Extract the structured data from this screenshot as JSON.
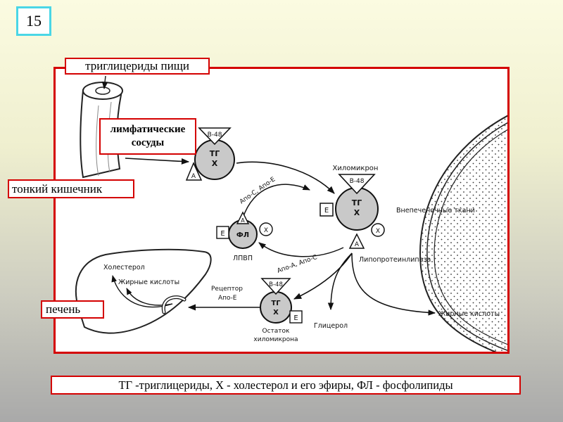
{
  "slide_number": "15",
  "labels": {
    "dietary_tg": "триглицериды пищи",
    "lymph_line1": "лимфатические",
    "lymph_line2": "сосуды",
    "small_intestine": "тонкий кишечник",
    "liver": "печень",
    "legend": "ТГ -триглицериды, Х - холестерол и его эфиры, ФЛ - фосфолипиды"
  },
  "diagram": {
    "b48": "В-48",
    "tg": "ТГ",
    "x": "Х",
    "a": "А",
    "e": "Е",
    "fl": "ФЛ",
    "chylomicron": "Хиломикрон",
    "extrahepatic_tissue": "Внепеченочные ткани",
    "apo_ce": "Апо-С, Апо-Е",
    "hdl": "ЛПВП",
    "apo_ac": "Апо-А, Апо-С",
    "lipoprotein_lipase": "Липопротеинлипаза",
    "cholesterol": "Холестерол",
    "fatty_acids_liver": "Жирные кислоты",
    "receptor_line1": "Рецептор",
    "receptor_line2": "Апо-Е",
    "remnant_line1": "Остаток",
    "remnant_line2": "хиломикрона",
    "glycerol": "Глицерол",
    "fatty_acids_tissue": "Жирные кислоты"
  },
  "colors": {
    "frame_border": "#d40000",
    "slide_number_border": "#4ad6e6"
  }
}
